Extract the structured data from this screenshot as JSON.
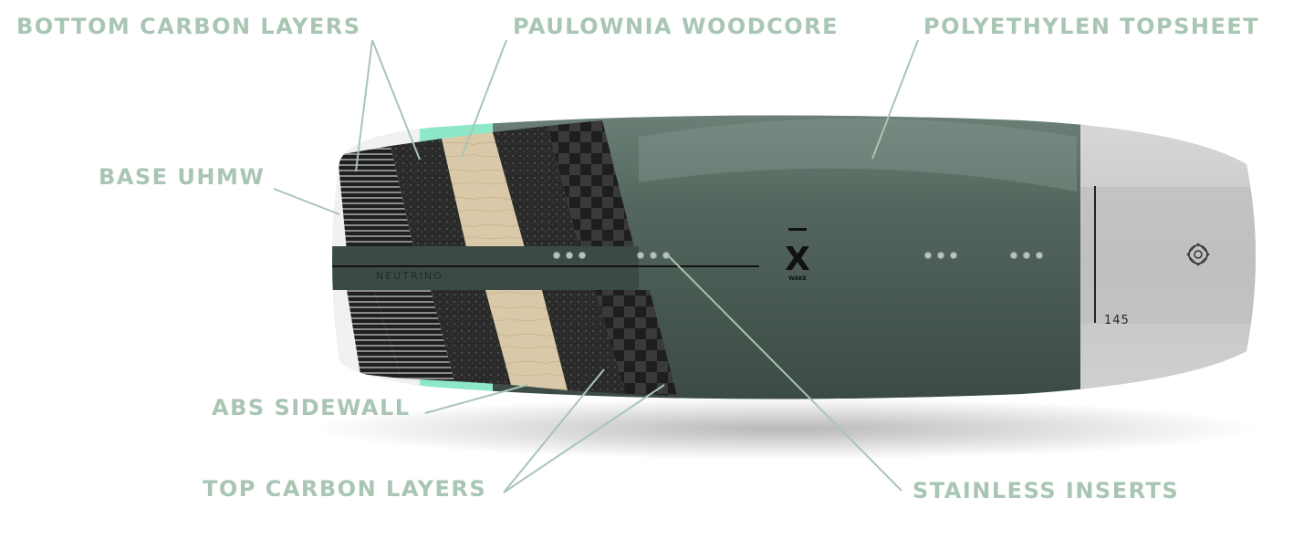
{
  "callouts": {
    "bottom_carbon": "BOTTOM CARBON LAYERS",
    "woodcore": "PAULOWNIA WOODCORE",
    "topsheet": "POLYETHYLEN TOPSHEET",
    "base": "BASE UHMW",
    "sidewall": "ABS SIDEWALL",
    "top_carbon": "TOP CARBON LAYERS",
    "inserts": "STAINLESS INSERTS"
  },
  "board": {
    "model_name": "NEUTRINO",
    "size": "145",
    "brand_mark": "X",
    "brand_name": "WAKE"
  },
  "colors": {
    "callout": "#a9c5b3",
    "topsheet": "#4b5e56",
    "sidewall": "#8ee8c8",
    "base": "#f2f2f2",
    "woodcore": "#d8c8a8",
    "carbon": "#2e2e2e"
  }
}
